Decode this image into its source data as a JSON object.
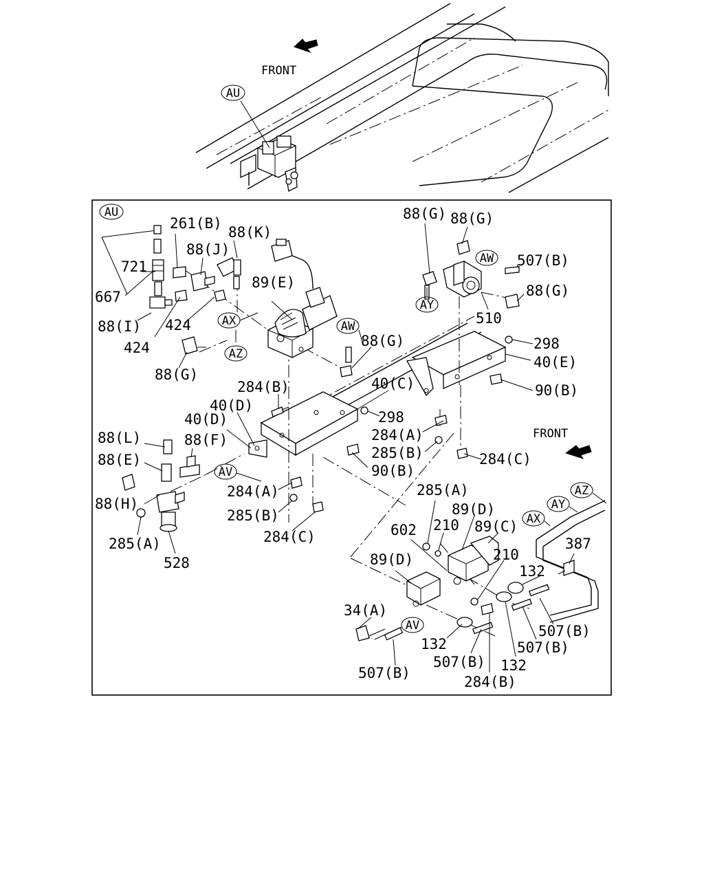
{
  "overview": {
    "front_label": "FRONT",
    "detail_ref": "AU"
  },
  "detail": {
    "corner_ref": "AU",
    "front_label": "FRONT",
    "refs": {
      "AX": "AX",
      "AZ": "AZ",
      "AW": "AW",
      "AY": "AY",
      "AV": "AV"
    },
    "parts": {
      "p261B": "261(B)",
      "p88K": "88(K)",
      "p88J": "88(J)",
      "p721": "721",
      "p667": "667",
      "p88I": "88(I)",
      "p424a": "424",
      "p424b": "424",
      "p88Ga": "88(G)",
      "p89E": "89(E)",
      "p88Gb": "88(G)",
      "p88Gc": "88(G)",
      "p88Gd": "88(G)",
      "p507Ba": "507(B)",
      "p88Ge": "88(G)",
      "p510": "510",
      "p298a": "298",
      "p40E": "40(E)",
      "p90Ba": "90(B)",
      "p284Ba": "284(B)",
      "p40C": "40(C)",
      "p40Da": "40(D)",
      "p40Db": "40(D)",
      "p298b": "298",
      "p284Aa": "284(A)",
      "p88L": "88(L)",
      "p88F": "88(F)",
      "p88E": "88(E)",
      "p285Ba": "285(B)",
      "p284Ca": "284(C)",
      "p90Bb": "90(B)",
      "p88H": "88(H)",
      "p284Ab": "284(A)",
      "p285Bb": "285(B)",
      "p285Aa": "285(A)",
      "p528": "528",
      "p284Cb": "284(C)",
      "p285Ab": "285(A)",
      "p89D": "89(D)",
      "p602": "602",
      "p210a": "210",
      "p89C": "89(C)",
      "p387": "387",
      "p210b": "210",
      "p89Db": "89(D)",
      "p132a": "132",
      "p34A": "34(A)",
      "p507Bb": "507(B)",
      "p132b": "132",
      "p507Bc": "507(B)",
      "p507Bd": "507(B)",
      "p132c": "132",
      "p507Be": "507(B)",
      "p284Bb": "284(B)"
    }
  }
}
